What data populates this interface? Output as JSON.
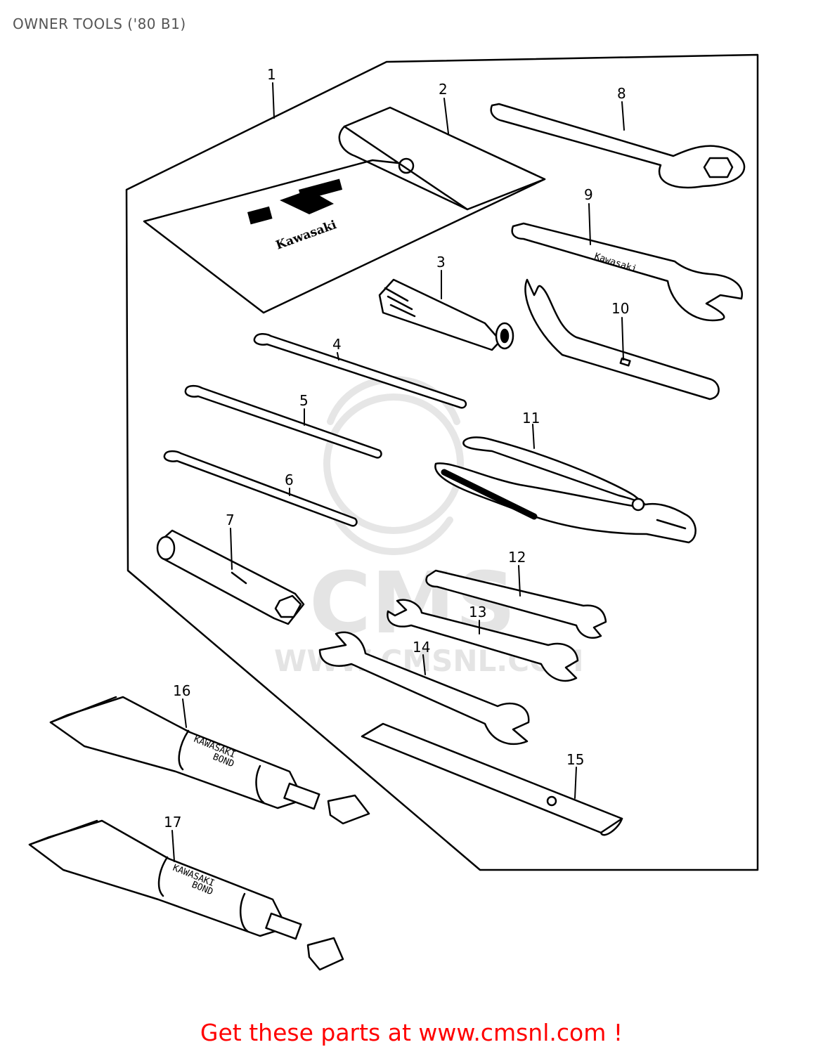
{
  "page": {
    "title": "OWNER TOOLS ('80 B1)"
  },
  "diagram": {
    "brand_text": "Kawasaki",
    "tube_label_line1": "KAWASAKI",
    "tube_label_line2": "BOND",
    "watermark_text": "CMS",
    "watermark_url": "WWW.CMSNL.COM",
    "callouts": [
      "1",
      "2",
      "3",
      "4",
      "5",
      "6",
      "7",
      "8",
      "9",
      "10",
      "11",
      "12",
      "13",
      "14",
      "15",
      "16",
      "17"
    ]
  },
  "footer": {
    "link_text": "Get these parts at www.cmsnl.com !"
  },
  "colors": {
    "footer_text": "#ff0000",
    "line": "#000000",
    "watermark": "#e4e4e4"
  }
}
